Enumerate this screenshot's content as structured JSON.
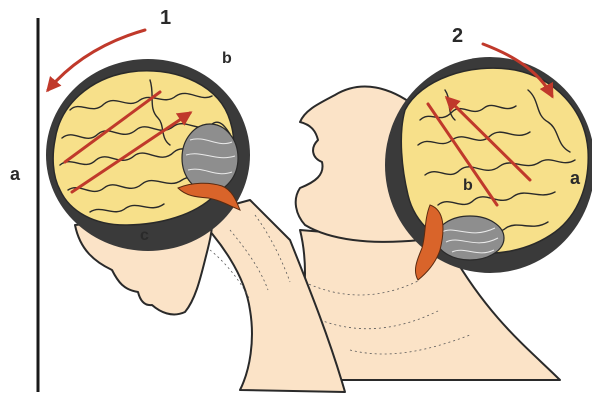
{
  "labels": {
    "impact1_number": "1",
    "impact2_number": "2",
    "left_wall": "a",
    "right_wall": "a",
    "left_b": "b",
    "right_b": "b",
    "left_c": "c"
  },
  "colors": {
    "brain": "#f7e08a",
    "skin": "#fbe3c7",
    "arrow": "#c0392b",
    "skull": "#3a3a3a",
    "cerebellum": "#8e8e8e",
    "brainstem": "#d9642a",
    "wall": "#1a1a1a"
  }
}
